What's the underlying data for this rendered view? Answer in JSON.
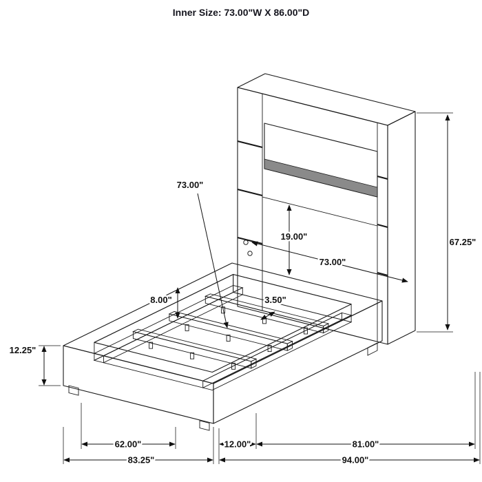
{
  "title": "Inner Size: 73.00\"W X 86.00\"D",
  "diagram": {
    "subject": "upholstered-panel-bed-frame-isometric",
    "dims": {
      "slat_length": "73.00\"",
      "panel_height": "19.00\"",
      "overall_height": "67.25\"",
      "inner_width": "73.00\"",
      "slat_width": "3.50\"",
      "support_height": "8.00\"",
      "base_height": "12.25\"",
      "bottom_inner_width": "62.00\"",
      "foot_thickness": "12.00\"",
      "bottom_side_length": "81.00\"",
      "overall_width": "83.25\"",
      "overall_depth": "94.00\""
    }
  }
}
